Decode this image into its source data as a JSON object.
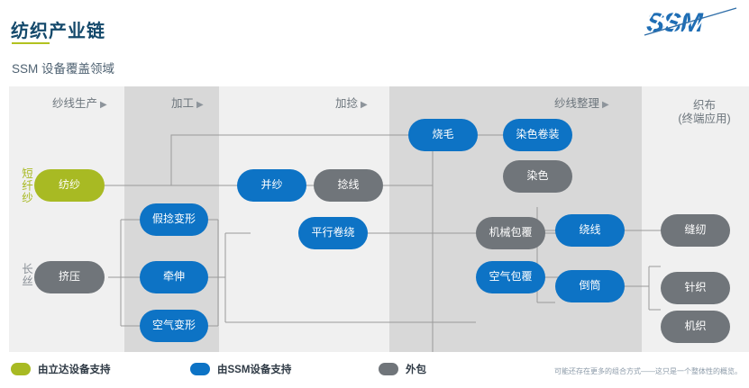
{
  "header": {
    "title": "纺织产业链",
    "subtitle": "SSM 设备覆盖领域",
    "logo_text": "SSM"
  },
  "columns": [
    {
      "label": "纱线生产",
      "arrow": "▶"
    },
    {
      "label": "加工",
      "arrow": "▶"
    },
    {
      "label": "加捻",
      "arrow": "▶"
    },
    {
      "label": "纱线整理",
      "arrow": "▶"
    },
    {
      "label": "织布",
      "label2": "(终端应用)",
      "arrow": ""
    }
  ],
  "row_labels": [
    {
      "text": "短纤纱",
      "color": "#a8ba23"
    },
    {
      "text": "长丝",
      "color": "#8a9097"
    }
  ],
  "nodes": [
    {
      "id": "fangsha",
      "label": "纺纱",
      "type": "olive"
    },
    {
      "id": "jiya",
      "label": "挤压",
      "type": "grey"
    },
    {
      "id": "jiarbianxing",
      "label": "假捻变形",
      "type": "blue"
    },
    {
      "id": "qianshen",
      "label": "牵伸",
      "type": "blue"
    },
    {
      "id": "kongqibianxing",
      "label": "空气变形",
      "type": "blue"
    },
    {
      "id": "bingsha",
      "label": "并纱",
      "type": "blue"
    },
    {
      "id": "nianxian",
      "label": "捻线",
      "type": "grey"
    },
    {
      "id": "pingxingjuanrao",
      "label": "平行卷绕",
      "type": "blue"
    },
    {
      "id": "shaomao",
      "label": "烧毛",
      "type": "blue"
    },
    {
      "id": "jixiebaofu",
      "label": "机械包覆",
      "type": "grey"
    },
    {
      "id": "kongqibaofu",
      "label": "空气包覆",
      "type": "blue"
    },
    {
      "id": "ransejuanzhuang",
      "label": "染色卷装",
      "type": "blue"
    },
    {
      "id": "ranse",
      "label": "染色",
      "type": "grey"
    },
    {
      "id": "raoxian",
      "label": "绕线",
      "type": "blue"
    },
    {
      "id": "daotong",
      "label": "倒筒",
      "type": "blue"
    },
    {
      "id": "fengren",
      "label": "缝纫",
      "type": "grey"
    },
    {
      "id": "zhenzhi",
      "label": "针织",
      "type": "grey"
    },
    {
      "id": "jizhi",
      "label": "机织",
      "type": "grey"
    }
  ],
  "legend": [
    {
      "color": "#a8ba23",
      "label": "由立达设备支持"
    },
    {
      "color": "#0d73c5",
      "label": "由SSM设备支持"
    },
    {
      "color": "#70757a",
      "label": "外包"
    }
  ],
  "footnote": "可能还存在更多的组合方式——这只是一个整体性的概览。",
  "colors": {
    "brand_blue": "#0d73c5",
    "olive": "#a8ba23",
    "grey": "#70757a",
    "title_blue": "#14496b",
    "band_light": "#f0f0f0",
    "band_dark": "#d8d8d8",
    "line": "#9a9a9a"
  }
}
